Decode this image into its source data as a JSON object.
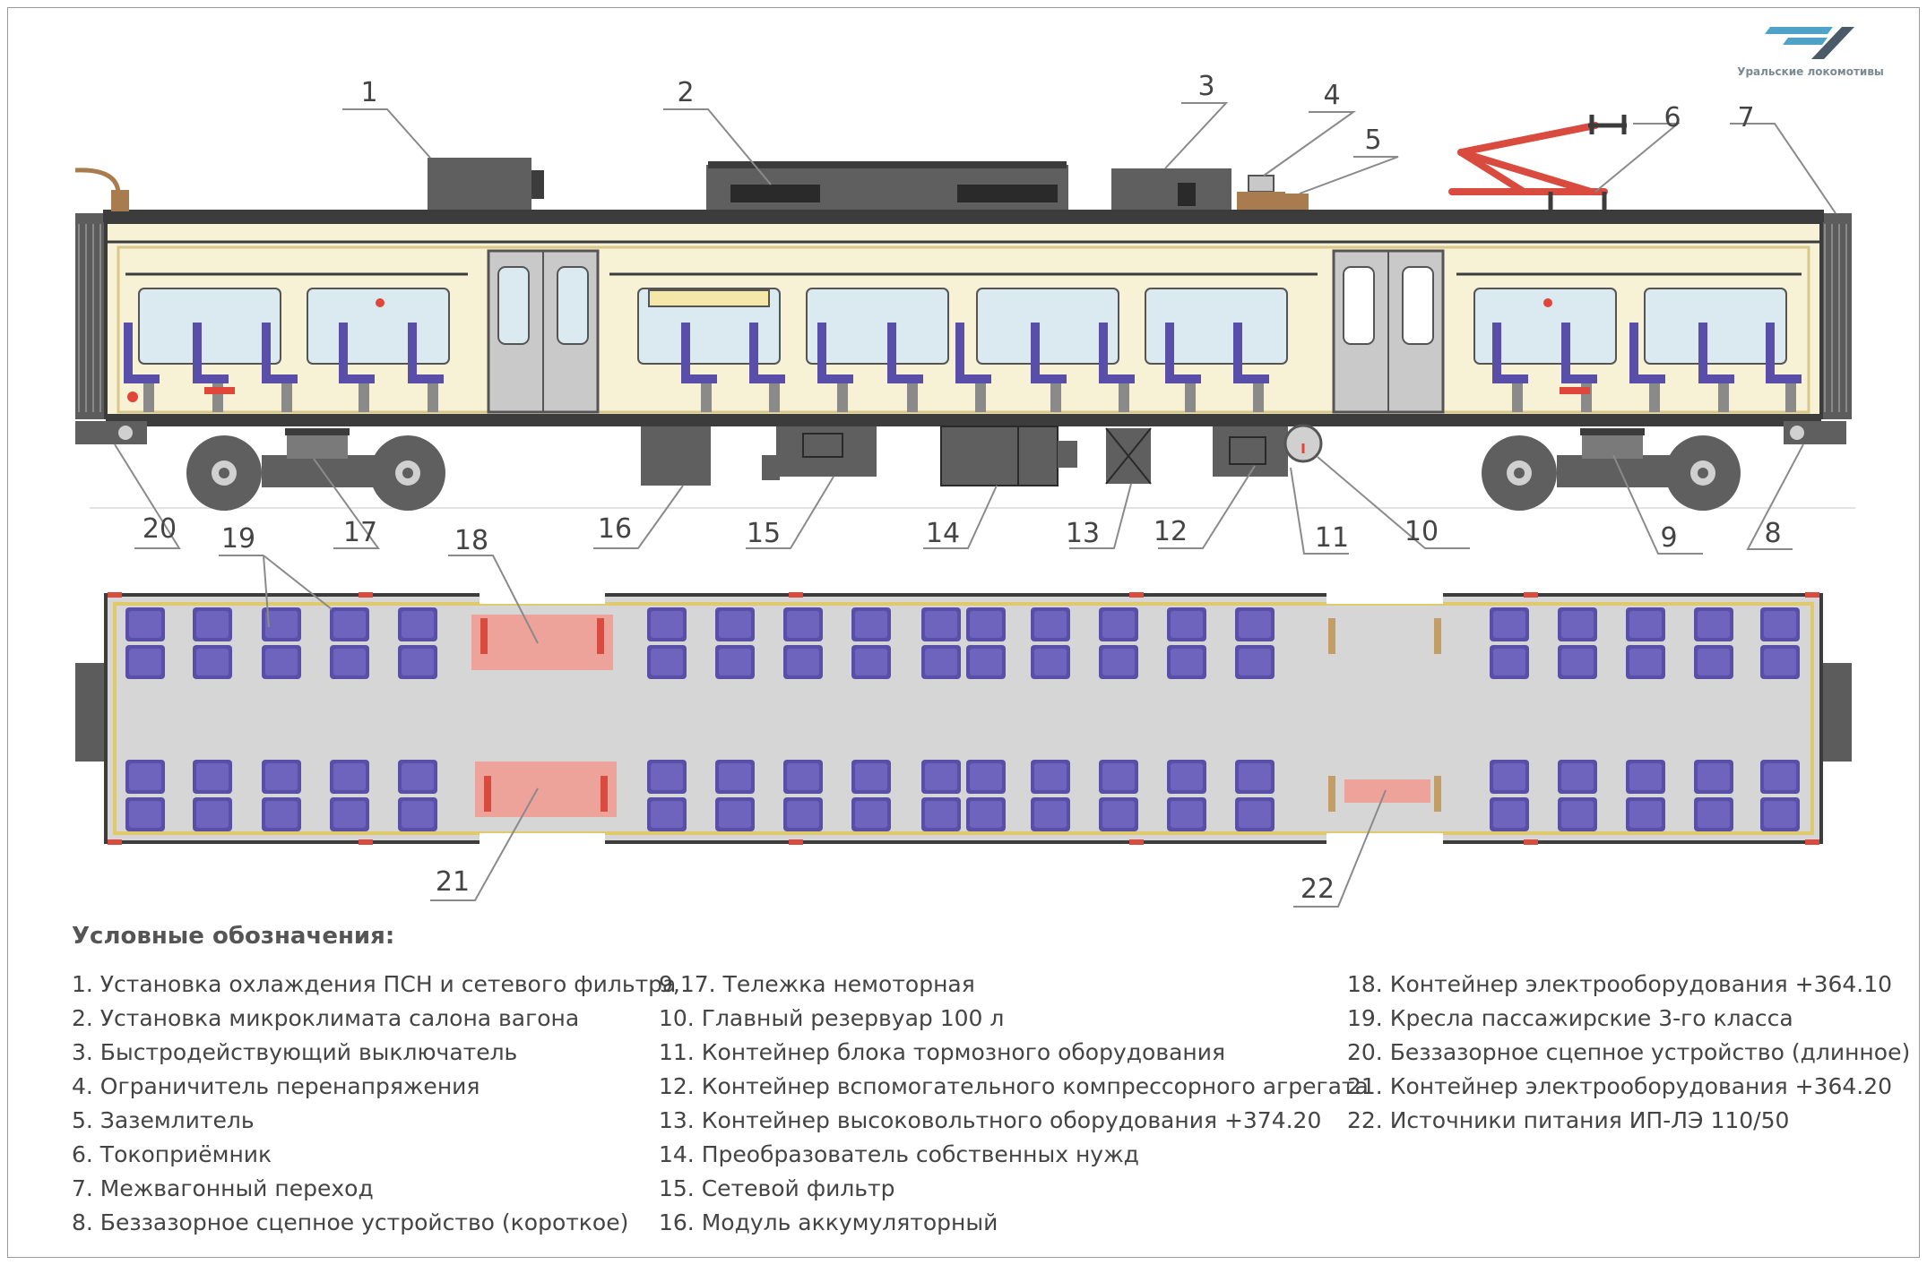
{
  "brand": {
    "logo_text": "Уральские локомотивы",
    "colors": {
      "logo_blue": "#4fa3c9",
      "logo_grey": "#7a8a95"
    }
  },
  "colors": {
    "car_body": "#f7f1d6",
    "car_frame": "#3c3c3c",
    "window": "#dbeaf0",
    "seat": "#5a4fa8",
    "floor": "#d6d6d6",
    "container": "#5f5f5f",
    "highlight": "#f29a8f",
    "pantograph": "#d94a3f"
  },
  "callouts": [
    {
      "id": "c1",
      "label": "1"
    },
    {
      "id": "c2",
      "label": "2"
    },
    {
      "id": "c3",
      "label": "3"
    },
    {
      "id": "c4",
      "label": "4"
    },
    {
      "id": "c5",
      "label": "5"
    },
    {
      "id": "c6",
      "label": "6"
    },
    {
      "id": "c7",
      "label": "7"
    },
    {
      "id": "c8",
      "label": "8"
    },
    {
      "id": "c9",
      "label": "9"
    },
    {
      "id": "c10",
      "label": "10"
    },
    {
      "id": "c11",
      "label": "11"
    },
    {
      "id": "c12",
      "label": "12"
    },
    {
      "id": "c13",
      "label": "13"
    },
    {
      "id": "c14",
      "label": "14"
    },
    {
      "id": "c15",
      "label": "15"
    },
    {
      "id": "c16",
      "label": "16"
    },
    {
      "id": "c17",
      "label": "17"
    },
    {
      "id": "c18",
      "label": "18"
    },
    {
      "id": "c19",
      "label": "19"
    },
    {
      "id": "c20",
      "label": "20"
    },
    {
      "id": "c21",
      "label": "21"
    },
    {
      "id": "c22",
      "label": "22"
    }
  ],
  "legend": {
    "title": "Условные обозначения:",
    "col1": [
      "1. Установка охлаждения ПСН и сетевого фильтра",
      "2. Установка микроклимата салона вагона",
      "3. Быстродействующий выключатель",
      "4. Ограничитель перенапряжения",
      "5. Заземлитель",
      "6. Токоприёмник",
      "7. Межвагонный переход",
      "8. Беззазорное сцепное устройство (короткое)"
    ],
    "col2": [
      "9,17. Тележка немоторная",
      "10. Главный резервуар 100 л",
      "11. Контейнер блока тормозного оборудования",
      "12. Контейнер вспомогательного компрессорного агрегата",
      "13. Контейнер высоковольтного оборудования +374.20",
      "14. Преобразователь собственных нужд",
      "15. Сетевой фильтр",
      "16. Модуль аккумуляторный"
    ],
    "col3": [
      "18. Контейнер электрооборудования +364.10",
      "19. Кресла пассажирские 3-го класса",
      "20. Беззазорное сцепное устройство (длинное)",
      "21. Контейнер электрооборудования +364.20",
      "22. Источники питания ИП-ЛЭ 110/50"
    ]
  }
}
